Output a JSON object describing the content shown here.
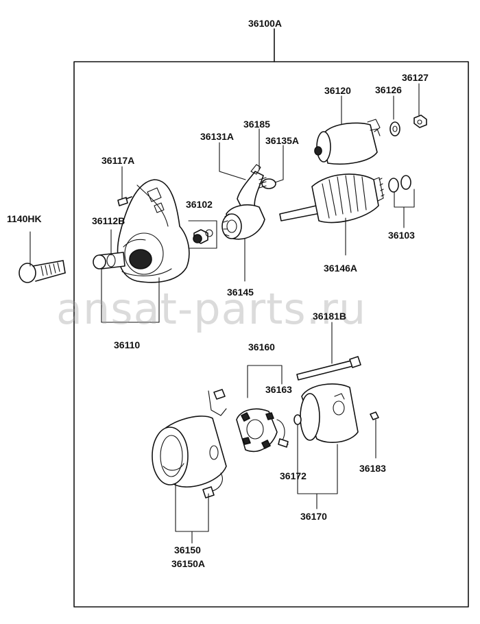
{
  "labels": {
    "assembly": "36100A",
    "bolt_outer": "1140HK",
    "screw_36117A": "36117A",
    "bushing_36112B": "36112B",
    "housing": "36110",
    "pin_36102": "36102",
    "lever_36131A": "36131A",
    "spring_36185": "36185",
    "plunger_36135A": "36135A",
    "pinion": "36145",
    "solenoid": "36120",
    "washer_36126": "36126",
    "nut_36127": "36127",
    "washers_36103": "36103",
    "armature": "36146A",
    "thru_bolt": "36181B",
    "brush_holder": "36160",
    "brush": "36163",
    "yoke": "36150",
    "yoke_alt": "36150A",
    "bushing_36172": "36172",
    "end_frame": "36170",
    "screw_36183": "36183"
  },
  "watermark": "ansat-parts.ru"
}
